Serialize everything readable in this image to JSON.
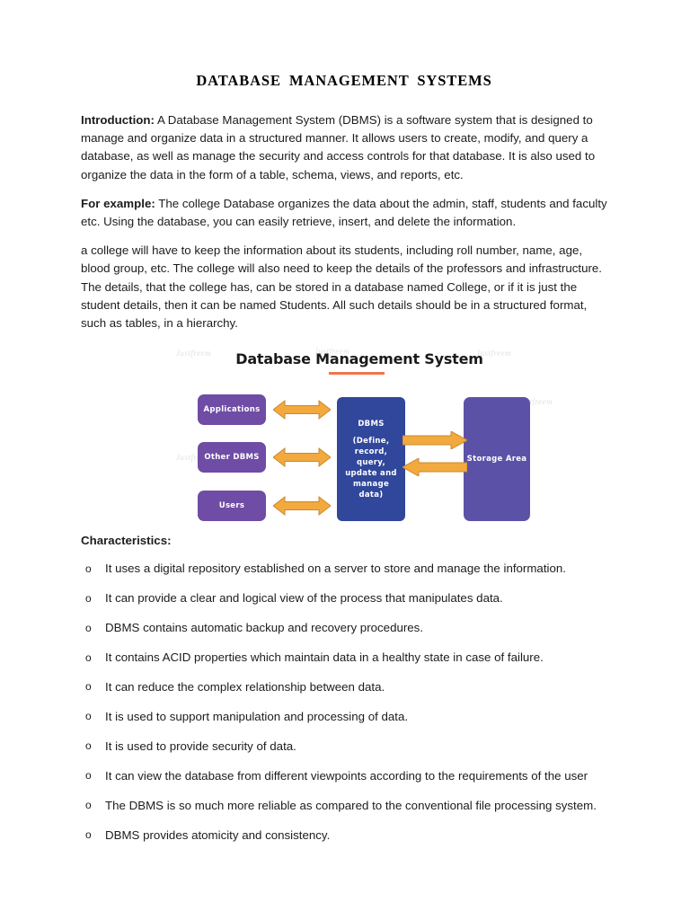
{
  "document": {
    "title": "DATABASE  MANAGEMENT  SYSTEMS",
    "paragraphs": [
      {
        "lead": "Introduction:",
        "text": " A Database Management System (DBMS) is a software system that is designed to manage and organize data in a structured manner. It allows users to create, modify, and query a database, as well as manage the security and access controls for that database. It is also used to organize the data in the form of a table, schema, views, and reports, etc."
      },
      {
        "lead": "For example:",
        "text": " The college Database organizes the data about the admin, staff, students and faculty etc. Using the database, you can easily retrieve, insert, and delete the information."
      },
      {
        "lead": "",
        "text": "a college will have to keep the information about its students, including roll number, name, age, blood group, etc. The college will also need to keep the details of the professors and infrastructure. The details, that the college has, can be stored in a database named College, or if it is just the student details, then it can be named Students. All such details should be in a structured format, such as tables, in a hierarchy."
      }
    ],
    "section_label": "Characteristics:",
    "bullets": [
      {
        "marker": "o",
        "text": "It uses a digital repository established on a server to store and manage the information.",
        "justified": false
      },
      {
        "marker": "o",
        "text": "It can provide a clear and logical view of the process that manipulates data.",
        "justified": false
      },
      {
        "marker": "o",
        "text": "DBMS contains automatic backup and recovery procedures.",
        "justified": false
      },
      {
        "marker": "o",
        "text": "It contains ACID properties which maintain data in a healthy state in case of failure.",
        "justified": false
      },
      {
        "marker": "o",
        "text": "It can reduce the complex relationship between data.",
        "justified": false
      },
      {
        "marker": "o",
        "text": "It is used to support manipulation and processing of data.",
        "justified": false
      },
      {
        "marker": "o",
        "text": "It is used to provide security of data.",
        "justified": false
      },
      {
        "marker": "o",
        "text": "It can view the database from different viewpoints according to the requirements of the user",
        "justified": false
      },
      {
        "marker": "o",
        "text": "The DBMS is so much more reliable as compared to the conventional file processing system.",
        "justified": true
      },
      {
        "marker": "o",
        "text": "DBMS provides atomicity and consistency.",
        "justified": false
      }
    ]
  },
  "figure": {
    "title": "Database Management System",
    "nodes": {
      "applications": "Applications",
      "other_dbms": "Other DBMS",
      "users": "Users",
      "core_name": "DBMS",
      "core_detail": "(Define, record, query, update and manage data)",
      "storage": "Storage Area"
    },
    "watermarks": [
      "Justfreem",
      "Justfreem",
      "Justfreem",
      "Justfreem",
      "Justfreem",
      "Justfreem"
    ],
    "colors": {
      "left_node": "#6F4CA5",
      "core_node": "#31479B",
      "storage_node": "#5B52A8",
      "arrow": "#F2A93E",
      "arrow_stroke": "#C98A2E",
      "title_accent": "#F4744A"
    }
  }
}
